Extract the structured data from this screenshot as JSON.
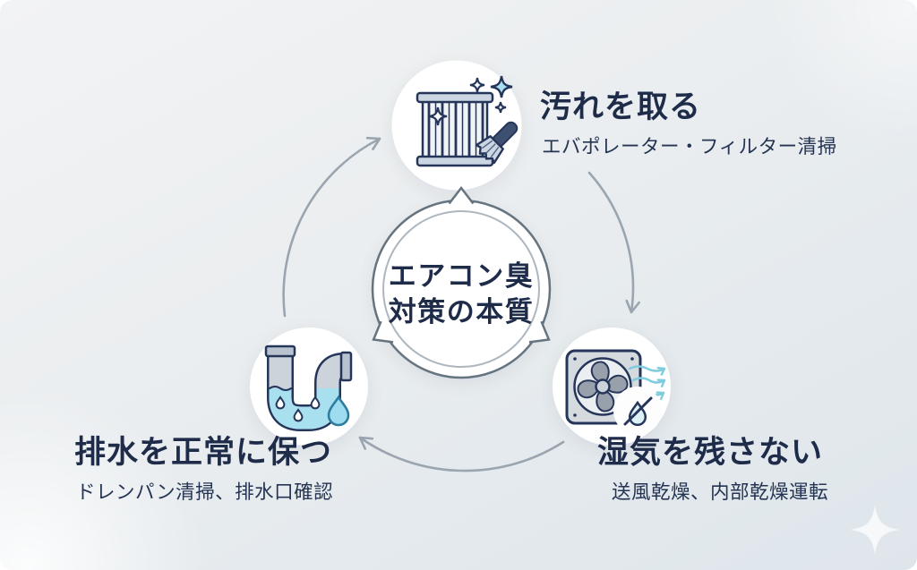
{
  "diagram": {
    "title_semantic": "air-conditioner-odor-countermeasure-cycle",
    "center": {
      "line1": "エアコン臭",
      "line2": "対策の本質"
    },
    "nodes": [
      {
        "id": "remove-dirt",
        "title": "汚れを取る",
        "subtitle": "エバポレーター・フィルター清掃",
        "icon": "filter-brush-icon"
      },
      {
        "id": "no-moisture",
        "title": "湿気を残さない",
        "subtitle": "送風乾燥、内部乾燥運転",
        "icon": "fan-airflow-icon"
      },
      {
        "id": "keep-drain",
        "title": "排水を正常に保つ",
        "subtitle": "ドレンパン清掃、排水口確認",
        "icon": "drain-pipe-icon"
      }
    ],
    "icons": [
      "filter-brush-icon",
      "fan-airflow-icon",
      "drain-pipe-icon",
      "sparkle-icon"
    ],
    "colors": {
      "heading": "#1e2c4a",
      "subtext": "#243452",
      "icon_outline": "#26355a",
      "icon_gray": "#d5dade",
      "cap_gray_blue": "#ccd6e3",
      "water_cyan": "#a8e0f0",
      "accent_cyan": "#7fccdf",
      "arrow_gray": "#9aa5af",
      "ring_outer": "#65747f",
      "ring_inner": "#aeb7bf",
      "background_light": "#eceff1"
    }
  }
}
